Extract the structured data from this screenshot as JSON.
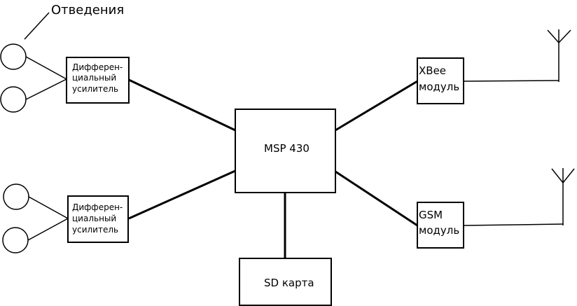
{
  "labels": {
    "electrodes": "Отведения",
    "amp_top": [
      "Дифферен-",
      "циальный",
      "усилитель"
    ],
    "amp_bottom": [
      "Дифферен-",
      "циальный",
      "усилитель"
    ],
    "mcu": "MSP 430",
    "sd": "SD карта",
    "xbee": [
      "XBee",
      "модуль"
    ],
    "gsm": [
      "GSM",
      "модуль"
    ]
  }
}
